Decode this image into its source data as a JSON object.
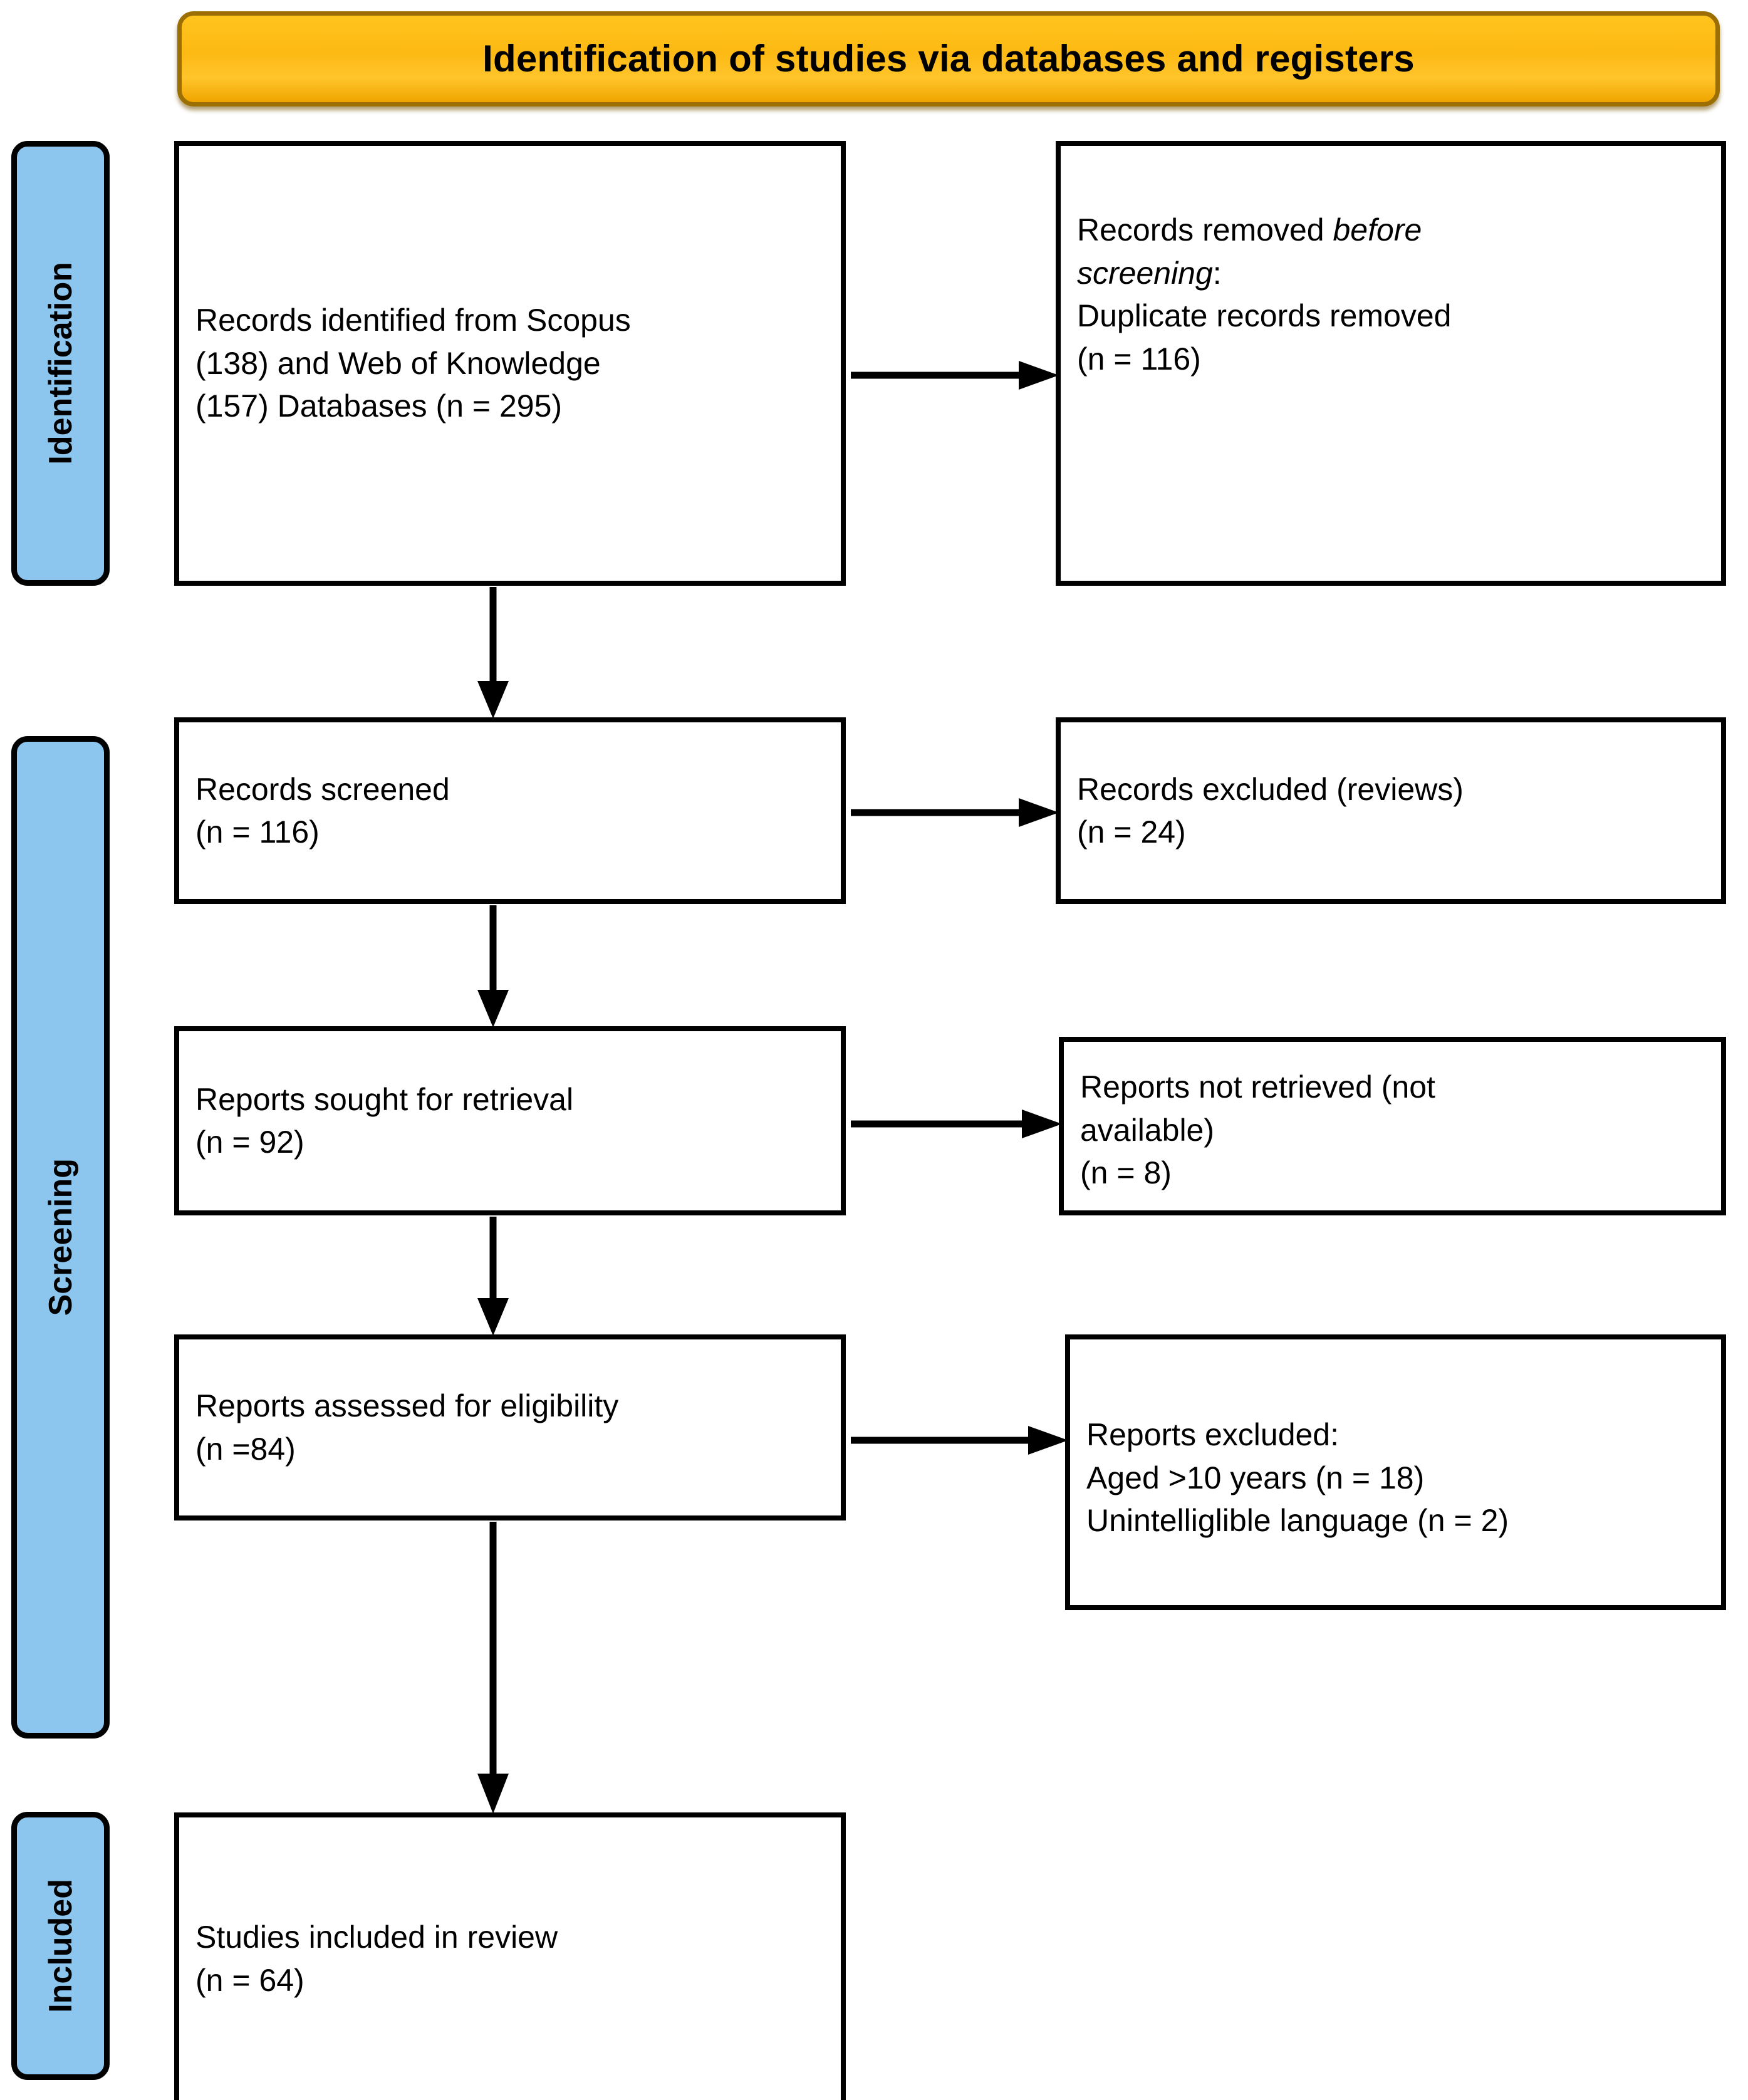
{
  "diagram": {
    "banner_title": "Identification of studies via databases and registers",
    "stages": [
      {
        "id": "identification",
        "label": "Identification"
      },
      {
        "id": "screening",
        "label": "Screening"
      },
      {
        "id": "included",
        "label": "Included"
      }
    ],
    "colors": {
      "banner_fill": "#FDB913",
      "banner_border": "#9C6F05",
      "stage_fill": "#8CC5ED",
      "box_border": "#000000",
      "box_fill": "#FFFFFF",
      "text": "#000000"
    },
    "boxes": {
      "identified": {
        "line1": "Records identified from Scopus",
        "line2": "(138) and Web of Knowledge",
        "line3": "(157) Databases (n = 295)"
      },
      "removed": {
        "line1_prefix": "Records removed ",
        "line1_italic": "before",
        "line2_italic": "screening",
        "line2_suffix": ":",
        "line3": "Duplicate records removed",
        "line4": "(n = 116)"
      },
      "screened": {
        "line1": "Records screened",
        "line2": "(n = 116)"
      },
      "excluded_reviews": {
        "line1": "Records excluded (reviews)",
        "line2": "(n = 24)"
      },
      "sought": {
        "line1": "Reports sought for retrieval",
        "line2": "(n = 92)"
      },
      "not_retrieved": {
        "line1": "Reports not retrieved (not",
        "line2": "available)",
        "line3": "(n = 8)"
      },
      "assessed": {
        "line1": "Reports assessed for eligibility",
        "line2": "(n =84)"
      },
      "reports_excluded": {
        "line1": "Reports excluded:",
        "line2": "Aged >10 years (n = 18)",
        "line3": "Unintelliglible language (n = 2)"
      },
      "included": {
        "line1": "Studies included in review",
        "line2": "(n = 64)"
      }
    },
    "flow_counts": {
      "records_identified_total": 295,
      "records_scopus": 138,
      "records_web_of_knowledge": 157,
      "duplicates_removed": 116,
      "records_screened": 116,
      "records_excluded_reviews": 24,
      "reports_sought": 92,
      "reports_not_retrieved": 8,
      "reports_assessed": 84,
      "reports_excluded_aged": 18,
      "reports_excluded_language": 2,
      "studies_included": 64
    }
  }
}
